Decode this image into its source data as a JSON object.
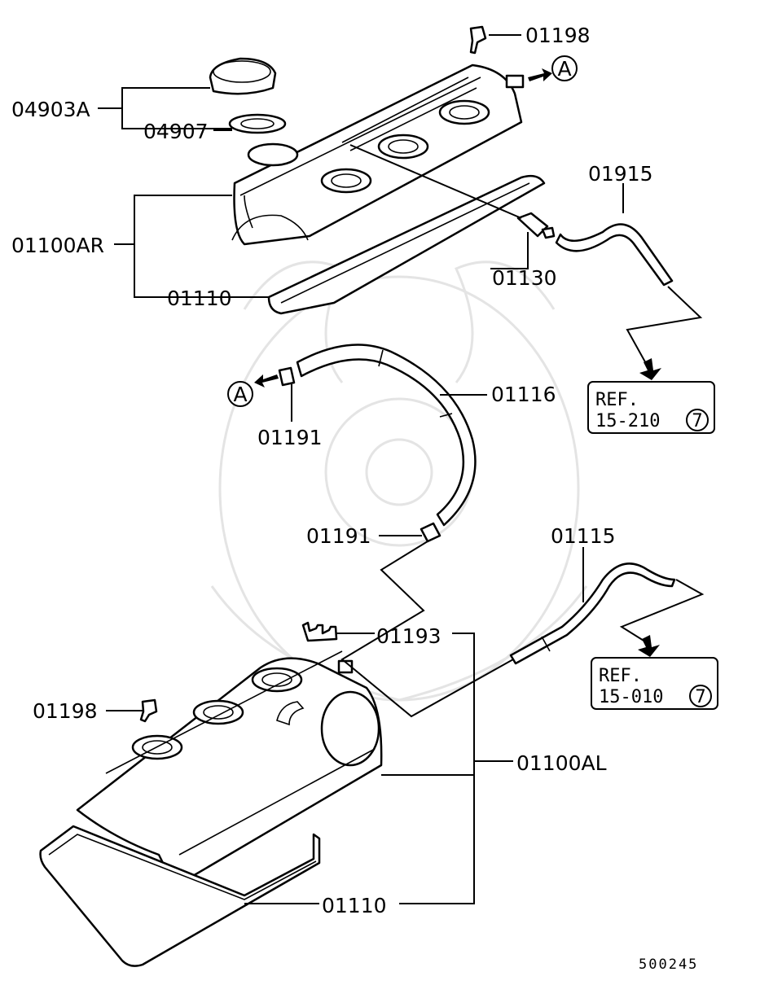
{
  "diagram_id": "500245",
  "parts": {
    "bolt_top": "01198",
    "cap_assy": "04903A",
    "cap_gasket": "04907",
    "cover_right": "01100AR",
    "gasket_right": "01110",
    "pcv_valve": "01130",
    "hose_pcv": "01915",
    "hose_breather": "01116",
    "clamp_upper": "01191",
    "clamp_lower": "01191",
    "hose_left": "01115",
    "clip": "01193",
    "bolt_left": "01198",
    "cover_left": "01100AL",
    "gasket_left": "01110"
  },
  "refs": {
    "ref_upper": {
      "line1": "REF.",
      "line2": "15-210",
      "badge": "7"
    },
    "ref_lower": {
      "line1": "REF.",
      "line2": "15-010",
      "badge": "7"
    }
  },
  "markers": {
    "a_upper": "A",
    "a_lower": "A"
  }
}
